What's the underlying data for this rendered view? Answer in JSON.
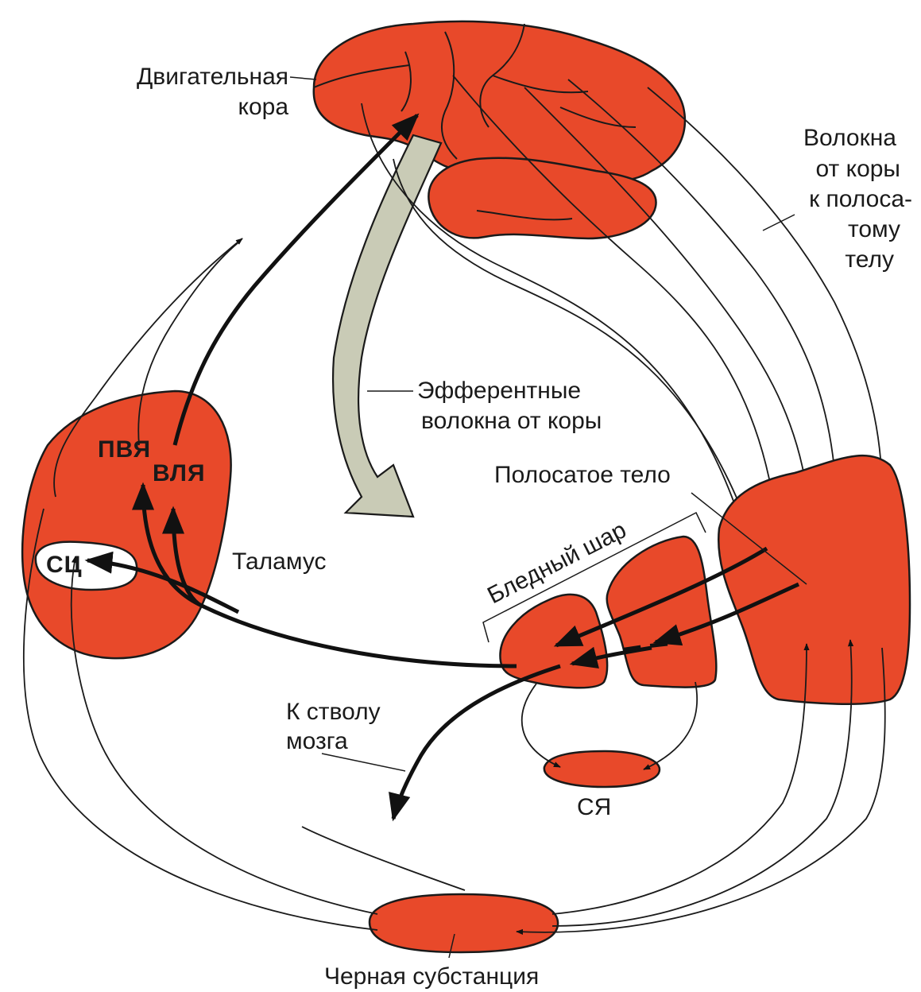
{
  "labels": {
    "motor_cortex_1": "Двигательная",
    "motor_cortex_2": "кора",
    "fibers_1": "Волокна",
    "fibers_2": "от коры",
    "fibers_3": "к полоса-",
    "fibers_4": "тому",
    "fibers_5": "телу",
    "efferent_1": "Эфферентные",
    "efferent_2": "волокна от коры",
    "striatum": "Полосатое тело",
    "globus_pallidus": "Бледный шар",
    "thalamus": "Таламус",
    "pvya": "ПВЯ",
    "vlya": "ВЛЯ",
    "sc": "СЦ",
    "to_brainstem_1": "К стволу",
    "to_brainstem_2": "мозга",
    "subthalamic": "СЯ",
    "substantia_nigra": "Черная субстанция"
  },
  "colors": {
    "structure_fill": "#e8492a",
    "efferent_arrow_fill": "#c9cbb6",
    "outline": "#1a1a1a",
    "background": "#ffffff"
  }
}
